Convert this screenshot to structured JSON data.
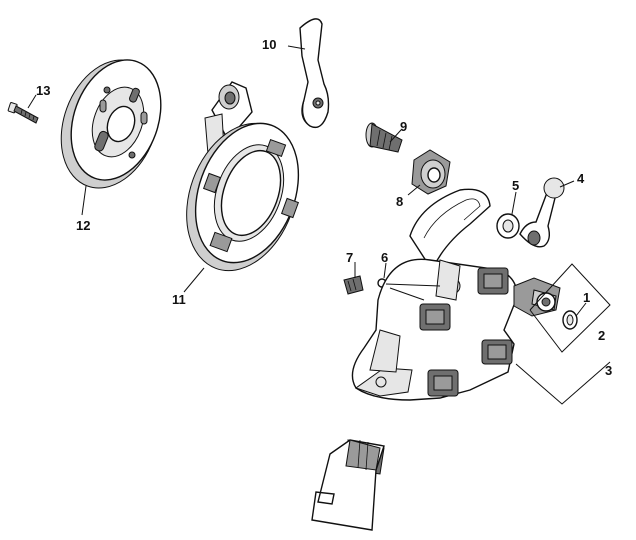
{
  "diagram": {
    "parts": [
      {
        "number": "1"
      },
      {
        "number": "2"
      },
      {
        "number": "3"
      },
      {
        "number": "4"
      },
      {
        "number": "5"
      },
      {
        "number": "6"
      },
      {
        "number": "7"
      },
      {
        "number": "8"
      },
      {
        "number": "9"
      },
      {
        "number": "10"
      },
      {
        "number": "11"
      },
      {
        "number": "12"
      },
      {
        "number": "13"
      }
    ]
  }
}
